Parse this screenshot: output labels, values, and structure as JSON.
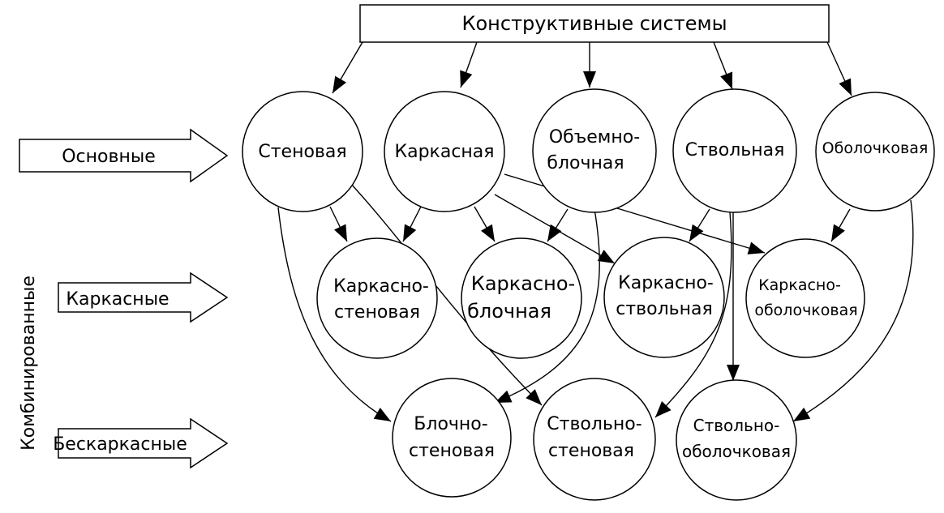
{
  "header": {
    "title": "Конструктивные системы"
  },
  "categories": {
    "basic": "Основные",
    "combined": "Комбинированные",
    "frame": "Каркасные",
    "frameless": "Бескаркасные"
  },
  "nodes": [
    {
      "id": "stenovaya",
      "lines": [
        "Стеновая"
      ]
    },
    {
      "id": "karkasnaya",
      "lines": [
        "Каркасная"
      ]
    },
    {
      "id": "obemno",
      "lines": [
        "Объемно-",
        "блочная"
      ]
    },
    {
      "id": "stvolnaya",
      "lines": [
        "Ствольная"
      ]
    },
    {
      "id": "obolochkovaya",
      "lines": [
        "Оболочковая"
      ]
    },
    {
      "id": "k_sten",
      "lines": [
        "Каркасно-",
        "стеновая"
      ]
    },
    {
      "id": "k_bloch",
      "lines": [
        "Каркасно-",
        "блочная"
      ]
    },
    {
      "id": "k_stvol",
      "lines": [
        "Каркасно-",
        "ствольная"
      ]
    },
    {
      "id": "k_obol",
      "lines": [
        "Каркасно-",
        "оболочковая"
      ]
    },
    {
      "id": "b_sten",
      "lines": [
        "Блочно-",
        "стеновая"
      ]
    },
    {
      "id": "s_sten",
      "lines": [
        "Ствольно-",
        "стеновая"
      ]
    },
    {
      "id": "s_obol",
      "lines": [
        "Ствольно-",
        "оболочковая"
      ]
    }
  ],
  "edges": [
    [
      "header",
      "stenovaya"
    ],
    [
      "header",
      "karkasnaya"
    ],
    [
      "header",
      "obemno"
    ],
    [
      "header",
      "stvolnaya"
    ],
    [
      "header",
      "obolochkovaya"
    ],
    [
      "stenovaya",
      "k_sten"
    ],
    [
      "karkasnaya",
      "k_sten"
    ],
    [
      "karkasnaya",
      "k_bloch"
    ],
    [
      "obemno",
      "k_bloch"
    ],
    [
      "karkasnaya",
      "k_stvol"
    ],
    [
      "stvolnaya",
      "k_stvol"
    ],
    [
      "karkasnaya",
      "k_obol"
    ],
    [
      "obolochkovaya",
      "k_obol"
    ],
    [
      "stenovaya",
      "b_sten"
    ],
    [
      "obemno",
      "b_sten"
    ],
    [
      "stenovaya",
      "s_sten"
    ],
    [
      "stvolnaya",
      "s_sten"
    ],
    [
      "stvolnaya",
      "s_obol"
    ],
    [
      "obolochkovaya",
      "s_obol"
    ]
  ]
}
